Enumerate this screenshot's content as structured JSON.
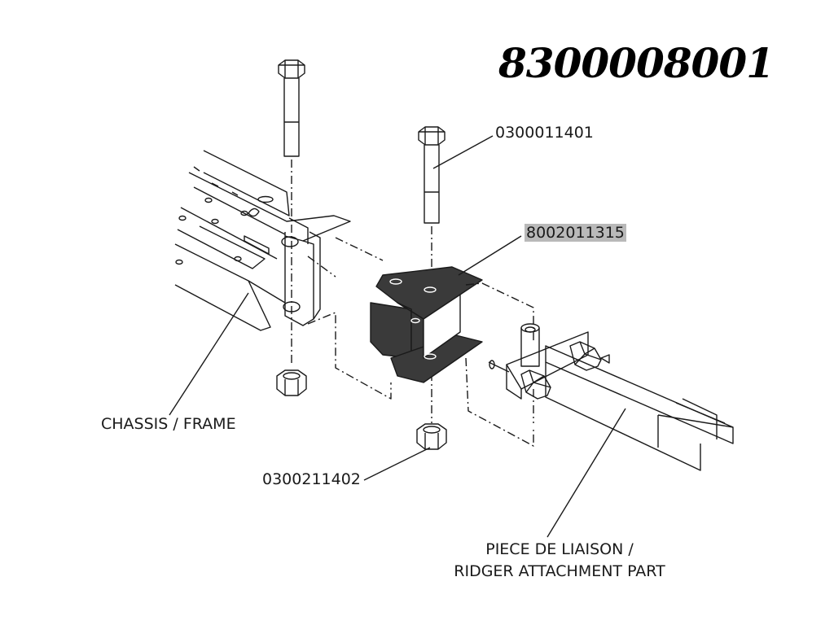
{
  "title": "8300008001",
  "callouts": {
    "bolt": "0300011401",
    "bracket": "8002011315",
    "chassis": "CHASSIS / FRAME",
    "nut": "0300211402",
    "ridger_line1": "PIECE DE LIAISON /",
    "ridger_line2": "RIDGER ATTACHMENT PART"
  },
  "colors": {
    "bracket_fill": "#3a3a3a",
    "highlight": "#b9b9b9",
    "line": "#1a1a1a"
  }
}
